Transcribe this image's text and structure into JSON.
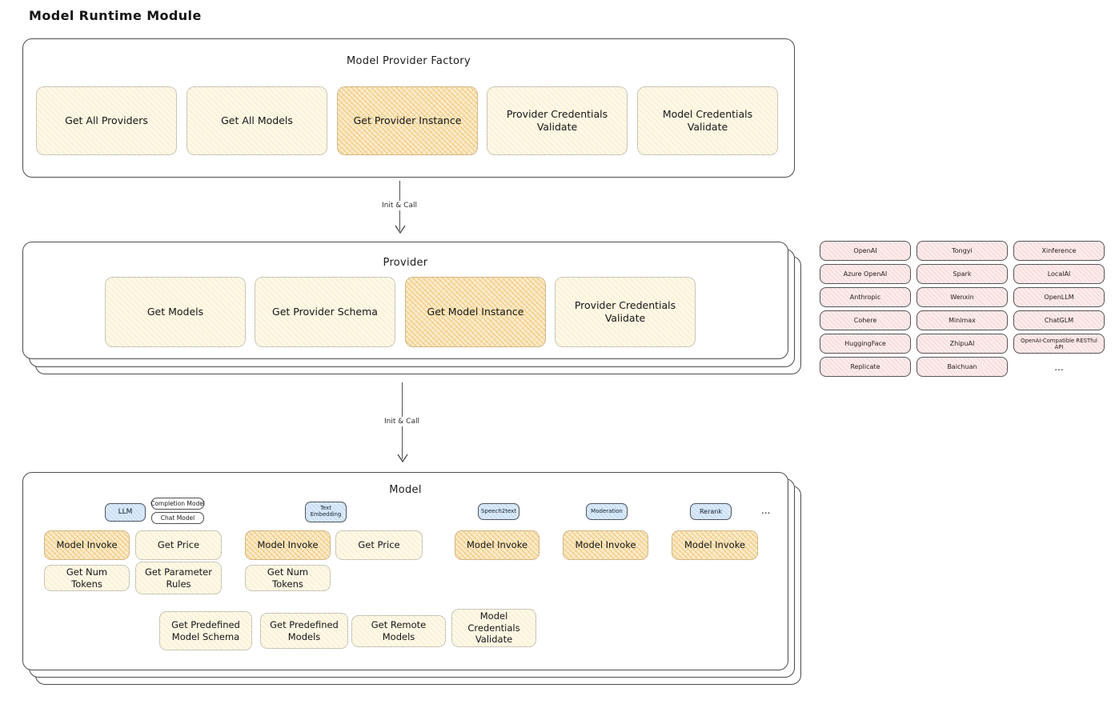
{
  "page_title": "Model Runtime Module",
  "arrows": {
    "init_call_1": "Init & Call",
    "init_call_2": "Init & Call"
  },
  "factory": {
    "title": "Model Provider Factory",
    "buttons": [
      {
        "label": "Get All Providers",
        "highlighted": false
      },
      {
        "label": "Get All Models",
        "highlighted": false
      },
      {
        "label": "Get Provider Instance",
        "highlighted": true
      },
      {
        "label": "Provider Credentials Validate",
        "highlighted": false
      },
      {
        "label": "Model Credentials Validate",
        "highlighted": false
      }
    ]
  },
  "provider": {
    "title": "Provider",
    "buttons": [
      {
        "label": "Get Models",
        "highlighted": false
      },
      {
        "label": "Get Provider Schema",
        "highlighted": false
      },
      {
        "label": "Get Model Instance",
        "highlighted": true
      },
      {
        "label": "Provider Credentials Validate",
        "highlighted": false
      }
    ]
  },
  "providers_list": {
    "items": [
      {
        "label": "OpenAI"
      },
      {
        "label": "Tongyi"
      },
      {
        "label": "Xinference"
      },
      {
        "label": "Azure OpenAI"
      },
      {
        "label": "Spark"
      },
      {
        "label": "LocalAI"
      },
      {
        "label": "Anthropic"
      },
      {
        "label": "Wenxin"
      },
      {
        "label": "OpenLLM"
      },
      {
        "label": "Cohere"
      },
      {
        "label": "Minimax"
      },
      {
        "label": "ChatGLM"
      },
      {
        "label": "HuggingFace"
      },
      {
        "label": "ZhipuAI"
      },
      {
        "label": "OpenAI-Compatible RESTful API"
      },
      {
        "label": "Replicate"
      },
      {
        "label": "Baichuan"
      },
      {
        "label": "..."
      }
    ]
  },
  "model": {
    "title": "Model",
    "ellipsis": "...",
    "groups": [
      {
        "type_tags": [
          {
            "label": "LLM"
          },
          {
            "label": "Completion Model"
          },
          {
            "label": "Chat Model"
          }
        ],
        "buttons": [
          {
            "label": "Model Invoke",
            "highlighted": true
          },
          {
            "label": "Get Price",
            "highlighted": false
          },
          {
            "label": "Get Num Tokens",
            "highlighted": false
          },
          {
            "label": "Get Parameter Rules",
            "highlighted": false
          }
        ]
      },
      {
        "type_tags": [
          {
            "label": "Text Embedding"
          }
        ],
        "buttons": [
          {
            "label": "Model Invoke",
            "highlighted": true
          },
          {
            "label": "Get Price",
            "highlighted": false
          },
          {
            "label": "Get Num Tokens",
            "highlighted": false
          }
        ]
      },
      {
        "type_tags": [
          {
            "label": "Speech2text"
          }
        ],
        "buttons": [
          {
            "label": "Model Invoke",
            "highlighted": true
          }
        ]
      },
      {
        "type_tags": [
          {
            "label": "Moderation"
          }
        ],
        "buttons": [
          {
            "label": "Model Invoke",
            "highlighted": true
          }
        ]
      },
      {
        "type_tags": [
          {
            "label": "Rerank"
          }
        ],
        "buttons": [
          {
            "label": "Model Invoke",
            "highlighted": true
          }
        ]
      }
    ],
    "shared_buttons": [
      {
        "label": "Get Predefined Model Schema"
      },
      {
        "label": "Get Predefined Models"
      },
      {
        "label": "Get Remote Models"
      },
      {
        "label": "Model Credentials Validate"
      }
    ]
  },
  "colors": {
    "highlight_fill": "#f9e3b1",
    "highlight_hatch": "#eca93c",
    "cream_fill": "#fdf9e8",
    "cream_hatch": "#f1c36c",
    "pink_fill": "#fcecec",
    "pink_hatch": "#e28282",
    "blue_fill": "#dbeafa",
    "stroke": "#4c4c4c"
  }
}
